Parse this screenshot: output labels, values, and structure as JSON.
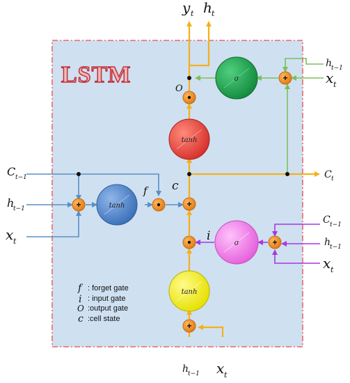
{
  "title": "LSTM",
  "outputs": {
    "y": "y",
    "y_sub": "t",
    "h": "h",
    "h_sub": "t"
  },
  "labels": {
    "C_left": "C",
    "C_left_sub": "t−1",
    "h_left": "h",
    "h_left_sub": "t−1",
    "x_left": "x",
    "x_left_sub": "t",
    "h_right_top": "h",
    "h_right_top_sub": "t−1",
    "x_right_top": "x",
    "x_right_top_sub": "t",
    "C_right": "C",
    "C_right_sub": "t",
    "C_right_mid": "C",
    "C_right_mid_sub": "t−1",
    "h_right_mid": "h",
    "h_right_mid_sub": "t−1",
    "x_right_mid": "x",
    "x_right_mid_sub": "t",
    "h_bottom": "h",
    "h_bottom_sub": "t−1",
    "x_bottom": "x",
    "x_bottom_sub": "t",
    "f": "f",
    "c": "c",
    "i": "i",
    "o": "O"
  },
  "nodes": {
    "tanh": "tanh",
    "sigma": "σ",
    "plus": "+"
  },
  "legend": [
    {
      "sym": "f",
      "text": ": forget gate"
    },
    {
      "sym": "i",
      "text": ": input gate"
    },
    {
      "sym": "O",
      "text": ":output gate"
    },
    {
      "sym": "c",
      "text": ":cell state"
    }
  ],
  "colors": {
    "panel_fill": "#cfe0f1",
    "panel_border": "#e56a6a",
    "yellow_line": "#f5b01a",
    "blue_line": "#5b8fc4",
    "green_line": "#7cc05a",
    "purple_line": "#a639e0",
    "tanh_blue": "#4f84c9",
    "tanh_red": "#e8443a",
    "tanh_yellow": "#f2ef1a",
    "sigma_green": "#1da34e",
    "sigma_pink": "#f07de8",
    "op_orange": "#f28c1f"
  }
}
